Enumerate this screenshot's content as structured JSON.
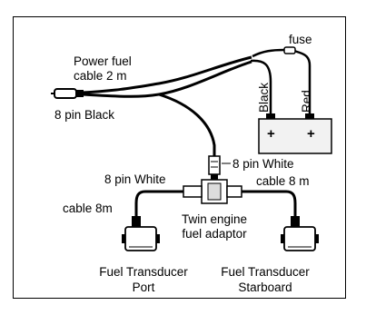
{
  "labels": {
    "fuse": "fuse",
    "power_cable_line1": "Power fuel",
    "power_cable_line2": "cable 2 m",
    "pin_black": "8 pin Black",
    "black": "Black",
    "red": "Red",
    "pin_white_left": "8 pin White",
    "pin_white_right": "8 pin White",
    "cable_left": "cable 8m",
    "cable_right": "cable 8 m",
    "adaptor_line1": "Twin engine",
    "adaptor_line2": "fuel adaptor",
    "port_line1": "Fuel Transducer",
    "port_line2": "Port",
    "starboard_line1": "Fuel Transducer",
    "starboard_line2": "Starboard",
    "plus_left": "+",
    "plus_right": "+"
  },
  "colors": {
    "line": "#000000",
    "battery_fill": "#f2f2f2",
    "frame": "#000000"
  }
}
